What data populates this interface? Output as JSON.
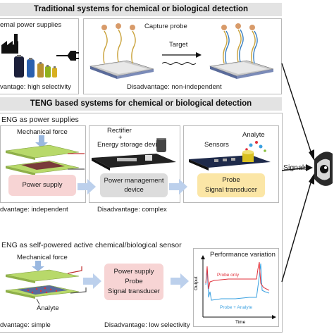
{
  "top": {
    "title": "Traditional systems for chemical or biological detection",
    "power_label": "ernal power supplies",
    "advantage": "vantage: high selectivity",
    "capture_label": "Capture probe",
    "target_label": "Target",
    "disadvantage": "Disadvantage: non-independent"
  },
  "teng": {
    "title": "TENG based systems for chemical or biological detection",
    "section1": "ENG as power supplies",
    "mech1": "Mechanical force",
    "rectifier": "Rectifier",
    "plus": "+",
    "energy": "Energy storage device",
    "analyte1": "Analyte",
    "sensors": "Sensors",
    "power_supply": "Power supply",
    "pm_line1": "Power management",
    "pm_line2": "device",
    "probe": "Probe",
    "signal_transducer": "Signal transducer",
    "adv1": "dvantage: independent",
    "disadv1": "Disadvantage: complex",
    "section2": "ENG as self-powered active chemical/biological sensor",
    "mech2": "Mechanical force",
    "analyte2": "Analyte",
    "box2_l1": "Power supply",
    "box2_l2": "Probe",
    "box2_l3": "Signal transducer",
    "adv2": "dvantage: simple",
    "disadv2": "Disadvantage: low selectivity",
    "perf_title": "Performance variation",
    "output": "Output",
    "time": "Time",
    "probe_only": "Probe only",
    "probe_analyte": "Probe + Analyte"
  },
  "signals": "Signals",
  "colors": {
    "banner": "#e3e3e3",
    "pink_box": "#f7d4d4",
    "grey_box": "#dcdcdc",
    "yellow_box": "#fbe6a6",
    "trace_red": "#e0303a",
    "trace_blue": "#3aa0e0"
  }
}
